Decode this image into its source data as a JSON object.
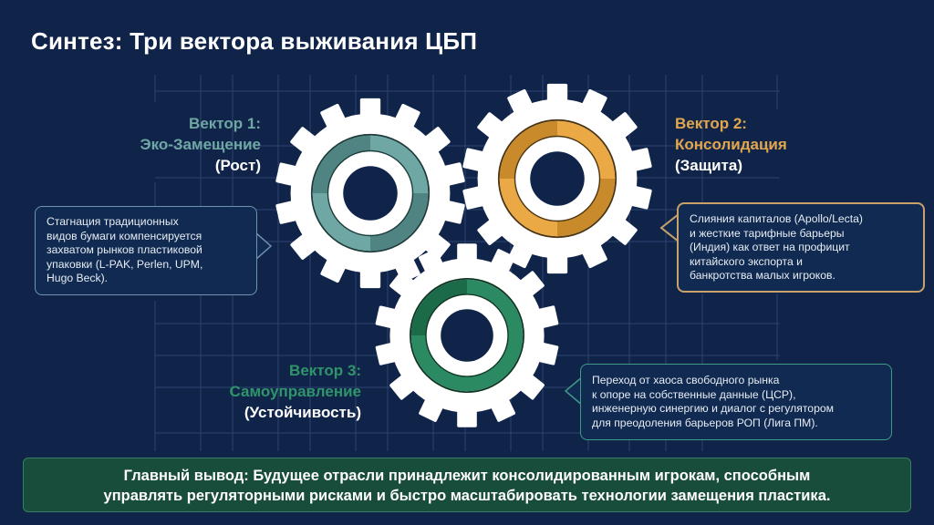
{
  "slide": {
    "title": "Синтез: Три вектора выживания ЦБП",
    "background_color": "#10244a",
    "grid_color": "#2e4770"
  },
  "vectors": [
    {
      "id": 1,
      "line1": "Вектор 1:",
      "line2": "Эко-Замещение",
      "tag": "(Рост)",
      "color": "#6fa7a5",
      "gear_ring_colors": [
        "#6fa7a5",
        "#4f8482"
      ],
      "description": "Стагнация традиционных видов бумаги компенсируется захватом рынков пластиковой упаковки (L-PAK, Perlen, UPM, Hugo Beck).",
      "description_lines": [
        "Стагнация традиционных",
        "видов бумаги компенсируется",
        "захватом рынков пластиковой",
        "упаковки (L-PAK, Perlen, UPM,",
        "Hugo Beck)."
      ],
      "callout_border": "#6f93b0"
    },
    {
      "id": 2,
      "line1": "Вектор 2:",
      "line2": "Консолидация",
      "tag": "(Защита)",
      "color": "#e2a64c",
      "gear_ring_colors": [
        "#eaa944",
        "#c98a2c"
      ],
      "description": "Слияния капиталов (Apollo/Lecta) и жесткие тарифные барьеры (Индия) как ответ на профицит китайского экспорта и банкротства малых игроков.",
      "description_lines": [
        "Слияния капиталов (Apollo/Lecta)",
        "и жесткие тарифные барьеры",
        "(Индия) как ответ на профицит",
        "китайского экспорта и",
        "банкротства малых игроков."
      ],
      "callout_border": "#c8a26a"
    },
    {
      "id": 3,
      "line1": "Вектор 3:",
      "line2": "Самоуправление",
      "tag": "(Устойчивость)",
      "color": "#2f946a",
      "gear_ring_colors": [
        "#2b8a62",
        "#1b6a48"
      ],
      "description": "Переход от хаоса свободного рынка к опоре на собственные данные (ЦСР), инженерную синергию и диалог с регулятором для преодоления барьеров РОП (Лига ПМ).",
      "description_lines": [
        "Переход от хаоса свободного рынка",
        "к опоре на собственные данные (ЦСР),",
        "инженерную синергию и диалог с регулятором",
        "для преодоления барьеров РОП (Лига ПМ)."
      ],
      "callout_border": "#3f9b86"
    }
  ],
  "footer": {
    "line1": "Главный вывод: Будущее отрасли принадлежит консолидированным игрокам, способным",
    "line2": "управлять регуляторными рисками и быстро масштабировать технологии замещения пластика.",
    "background_color": "#184c3b"
  },
  "icons": {
    "gear_1": "gear-icon",
    "gear_2": "gear-icon",
    "gear_3": "gear-icon"
  }
}
